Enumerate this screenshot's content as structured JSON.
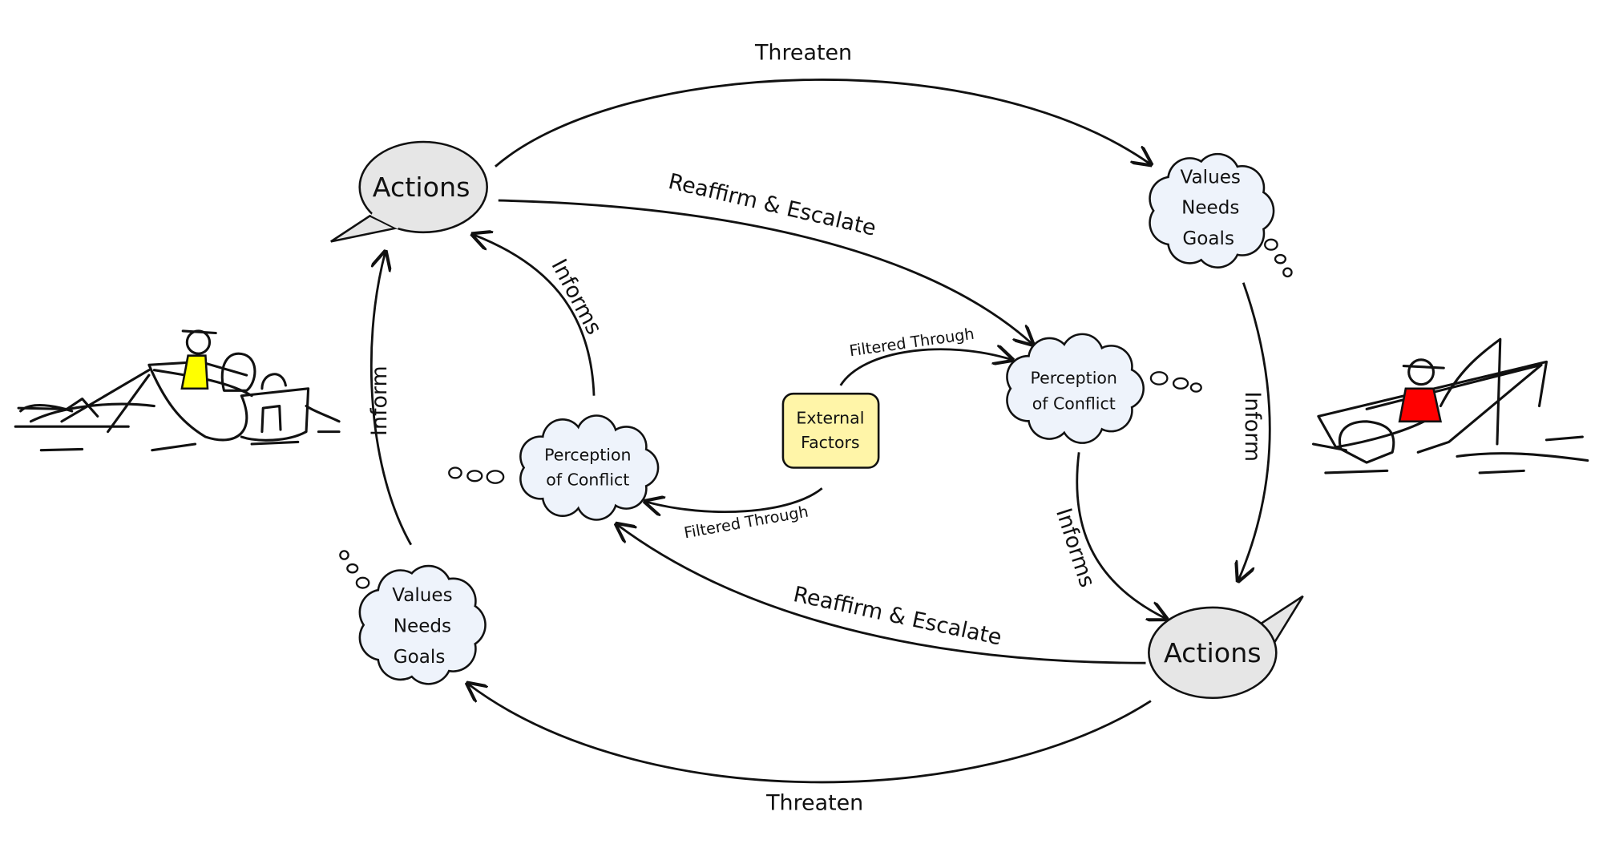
{
  "colors": {
    "cloud_fill": "#eef3fb",
    "speech_fill": "#e6e6e6",
    "external_fill": "#fff5a8",
    "left_fisher_shirt": "#ffff00",
    "right_fisher_shirt": "#ff0000"
  },
  "nodes": {
    "actions_top": "Actions",
    "actions_bottom": "Actions",
    "values_top": [
      "Values",
      "Needs",
      "Goals"
    ],
    "values_bottom": [
      "Values",
      "Needs",
      "Goals"
    ],
    "perception_right": [
      "Perception",
      "of Conflict"
    ],
    "perception_left": [
      "Perception",
      "of Conflict"
    ],
    "external": [
      "External",
      "Factors"
    ]
  },
  "edges": {
    "threaten_top": "Threaten",
    "threaten_bottom": "Threaten",
    "reaffirm_top": "Reaffirm & Escalate",
    "reaffirm_bottom": "Reaffirm & Escalate",
    "inform_left": "Inform",
    "inform_right": "Inform",
    "informs_left": "Informs",
    "informs_right": "Informs",
    "filtered_top": "Filtered Through",
    "filtered_bottom": "Filtered Through"
  },
  "illustrations": {
    "left": "fisher-with-net-boat-icon",
    "right": "fisher-with-rod-boat-icon"
  }
}
